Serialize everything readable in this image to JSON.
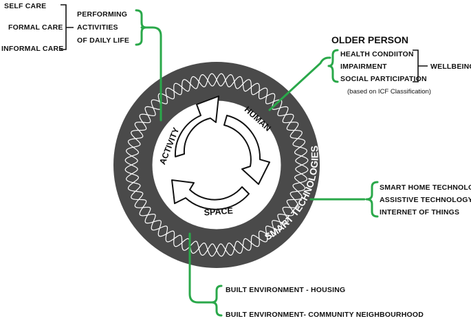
{
  "left_group": {
    "items": [
      "SELF CARE",
      "FORMAL CARE",
      "INFORMAL CARE"
    ],
    "result_lines": [
      "PERFORMING",
      "ACTIVITIES",
      "OF DAILY LIFE"
    ]
  },
  "right_top_group": {
    "title": "OLDER PERSON",
    "items": [
      "HEALTH CONDIITON",
      "IMPAIRMENT",
      "SOCIAL PARTICIPATION"
    ],
    "outcome": "WELLBEING",
    "note": "(based on ICF Classification)"
  },
  "right_mid_group": {
    "items": [
      "SMART HOME TECHNOLOGIES",
      "ASSISTIVE TECHNOLOGY",
      "INTERNET OF THINGS"
    ]
  },
  "bottom_group": {
    "items": [
      "BUILT ENVIRONMENT - HOUSING",
      "BUILT ENVIRONMENT- COMMUNITY NEIGHBOURHOOD"
    ]
  },
  "cycle": {
    "labels": [
      "ACTIVITY",
      "HUMAN",
      "SPACE"
    ],
    "outer_ring_label": "SMART TECHNOLOGIES"
  },
  "colors": {
    "ring_dark": "#4a4a4a",
    "connector_green": "#2aa84a",
    "text": "#111111"
  }
}
